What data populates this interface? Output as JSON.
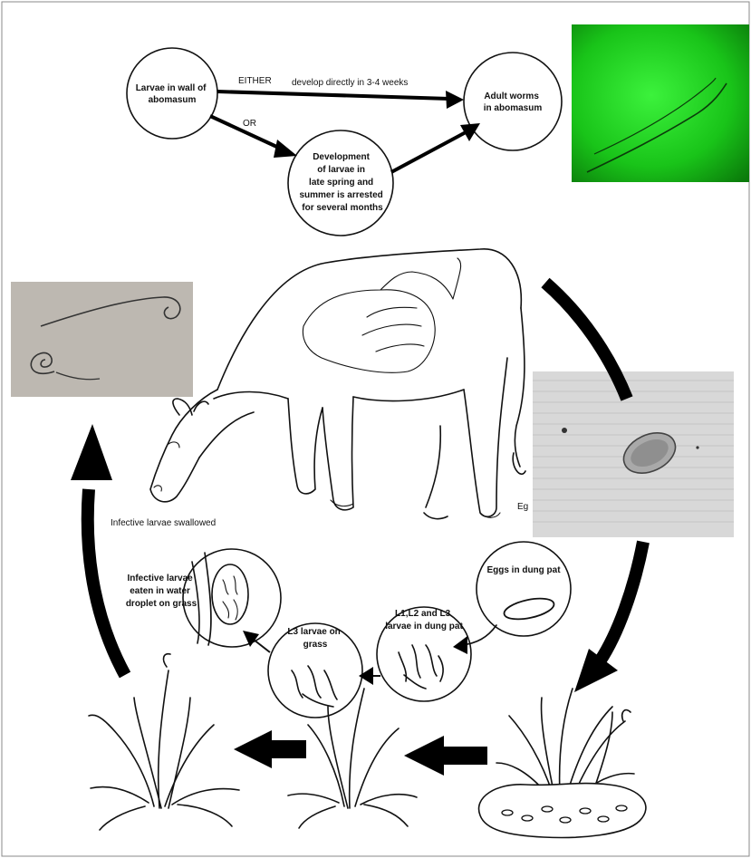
{
  "nodes": {
    "wall": [
      "Larvae in wall of",
      "abomasum"
    ],
    "adult": [
      "Adult worms",
      "in abomasum"
    ],
    "arrested": [
      "Development",
      "of larvae in",
      "late spring and",
      "summer is arrested",
      "for several months"
    ],
    "eggs_dung": [
      "Eggs in dung pat"
    ],
    "larvae_dung": [
      "L1,L2 and L3",
      "larvae in dung pat"
    ],
    "l3_grass": [
      "L3 larvae on",
      "grass"
    ],
    "droplet": [
      "Infective larvae",
      "eaten in water",
      "droplet on grass"
    ]
  },
  "edges": {
    "either": "EITHER",
    "direct": "develop directly in 3-4 weeks",
    "or": "OR"
  },
  "labels": {
    "swallowed": "Infective larvae swallowed",
    "eg_fragment": "Eg"
  },
  "colors": {
    "ink": "#111111",
    "photo_green": "#1fcc1f",
    "photo_grey": "#b9b4ad",
    "egg_photo": "#d9d9d9"
  }
}
